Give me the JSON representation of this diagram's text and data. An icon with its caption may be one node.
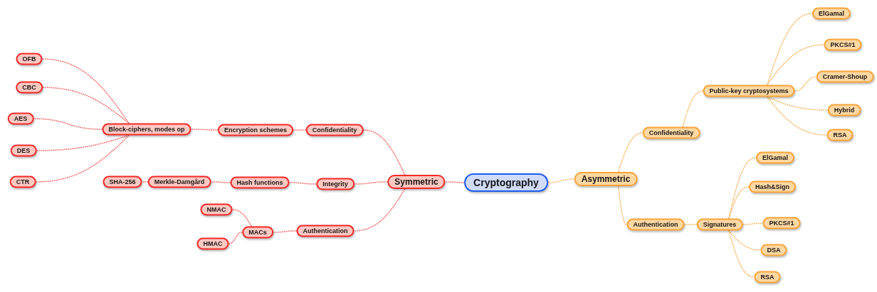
{
  "diagram": {
    "nodes": [
      {
        "text": [
          "Cryptography"
        ]
      },
      {
        "text": [
          "Symmetric"
        ]
      },
      {
        "text": [
          "Confidentiality"
        ]
      },
      {
        "text": [
          "Encryption schemes"
        ]
      },
      {
        "text": [
          "Block-ciphers, modes op"
        ]
      },
      {
        "text": [
          "OFB"
        ]
      },
      {
        "text": [
          "CBC"
        ]
      },
      {
        "text": [
          "AES"
        ]
      },
      {
        "text": [
          "DES"
        ]
      },
      {
        "text": [
          "CTR"
        ]
      },
      {
        "text": [
          "Integrity"
        ]
      },
      {
        "text": [
          "Hash functions"
        ]
      },
      {
        "text": [
          "Merkle-Damgård"
        ]
      },
      {
        "text": [
          "SHA-256"
        ]
      },
      {
        "text": [
          "Authentication"
        ]
      },
      {
        "text": [
          "MACs"
        ]
      },
      {
        "text": [
          "NMAC"
        ]
      },
      {
        "text": [
          "HMAC"
        ]
      },
      {
        "text": [
          "Asymmetric"
        ]
      },
      {
        "text": [
          "Confidentiality"
        ]
      },
      {
        "text": [
          "Public-key cryptosystems"
        ]
      },
      {
        "text": [
          "ElGamal"
        ]
      },
      {
        "text": [
          "PKCS#1"
        ]
      },
      {
        "text": [
          "Cramer-Shoup"
        ]
      },
      {
        "text": [
          "Hybrid"
        ]
      },
      {
        "text": [
          "RSA"
        ]
      },
      {
        "text": [
          "Authentication"
        ]
      },
      {
        "text": [
          "Signatures"
        ]
      },
      {
        "text": [
          "ElGamal"
        ]
      },
      {
        "text": [
          "Hash&Sign"
        ]
      },
      {
        "text": [
          "PKCS#1"
        ]
      },
      {
        "text": [
          "DSA"
        ]
      },
      {
        "text": [
          "RSA"
        ]
      }
    ],
    "edges": [
      {
        "from": 0,
        "to": 1,
        "arrow": "none"
      },
      {
        "from": 1,
        "to": 2,
        "arrow": "none"
      },
      {
        "from": 2,
        "to": 3,
        "arrow": "none"
      },
      {
        "from": 3,
        "to": 4,
        "arrow": "none"
      },
      {
        "from": 4,
        "to": 5,
        "arrow": "none"
      },
      {
        "from": 4,
        "to": 6,
        "arrow": "none"
      },
      {
        "from": 4,
        "to": 7,
        "arrow": "none"
      },
      {
        "from": 4,
        "to": 8,
        "arrow": "none"
      },
      {
        "from": 4,
        "to": 9,
        "arrow": "none"
      },
      {
        "from": 1,
        "to": 10,
        "arrow": "none"
      },
      {
        "from": 10,
        "to": 11,
        "arrow": "none"
      },
      {
        "from": 11,
        "to": 12,
        "arrow": "none"
      },
      {
        "from": 12,
        "to": 13,
        "arrow": "none"
      },
      {
        "from": 1,
        "to": 14,
        "arrow": "none"
      },
      {
        "from": 14,
        "to": 15,
        "arrow": "none"
      },
      {
        "from": 15,
        "to": 16,
        "arrow": "none"
      },
      {
        "from": 15,
        "to": 17,
        "arrow": "none"
      },
      {
        "from": 0,
        "to": 18,
        "arrow": "none",
        "color": "#f5a742"
      },
      {
        "from": 18,
        "to": 19,
        "arrow": "none",
        "color": "#f5a742"
      },
      {
        "from": 19,
        "to": 20,
        "arrow": "none",
        "color": "#f5a742"
      },
      {
        "from": 20,
        "to": 21,
        "arrow": "none",
        "color": "#f5a742"
      },
      {
        "from": 20,
        "to": 22,
        "arrow": "none",
        "color": "#f5a742"
      },
      {
        "from": 20,
        "to": 23,
        "arrow": "none",
        "color": "#f5a742"
      },
      {
        "from": 20,
        "to": 24,
        "arrow": "none",
        "color": "#f5a742"
      },
      {
        "from": 20,
        "to": 25,
        "arrow": "none",
        "color": "#f5a742"
      },
      {
        "from": 18,
        "to": 26,
        "arrow": "none",
        "color": "#f5a742"
      },
      {
        "from": 26,
        "to": 27,
        "arrow": "none",
        "color": "#f5a742"
      },
      {
        "from": 27,
        "to": 28,
        "arrow": "none",
        "color": "#f5a742"
      },
      {
        "from": 27,
        "to": 29,
        "arrow": "none",
        "color": "#f5a742"
      },
      {
        "from": 27,
        "to": 30,
        "arrow": "none",
        "color": "#f5a742"
      },
      {
        "from": 27,
        "to": 31,
        "arrow": "none",
        "color": "#f5a742"
      },
      {
        "from": 27,
        "to": 32,
        "arrow": "none",
        "color": "#f5a742"
      }
    ]
  }
}
